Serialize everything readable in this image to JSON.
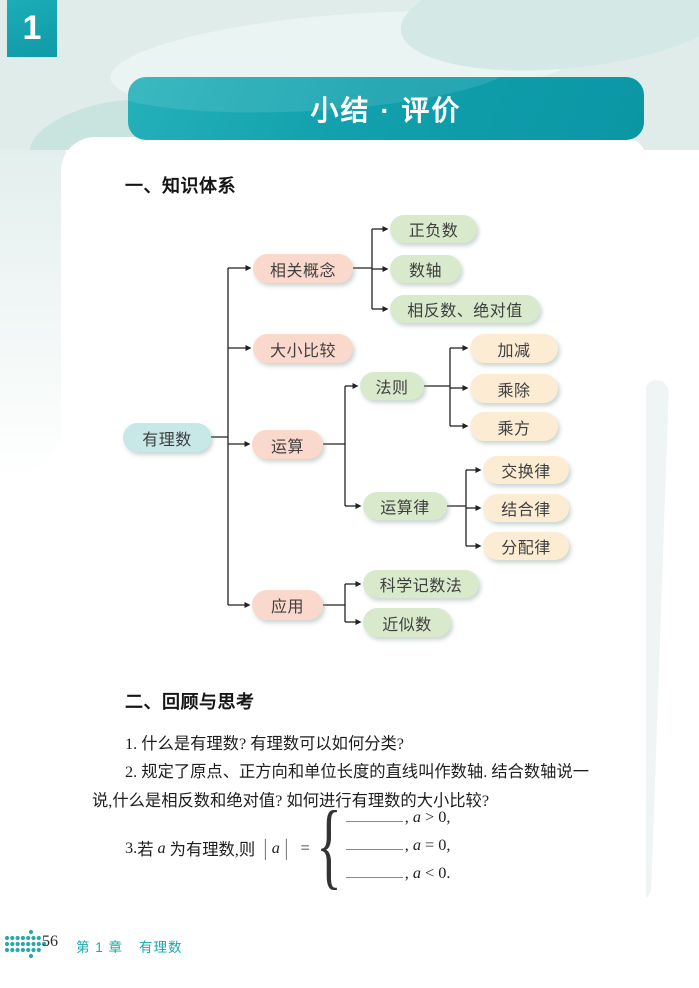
{
  "chapter_tab": {
    "number": "1"
  },
  "banner": {
    "title": "小结 · 评价"
  },
  "section_knowledge": {
    "heading": "一、知识体系"
  },
  "diagram": {
    "root": "有理数",
    "branches": {
      "concepts": {
        "label": "相关概念",
        "children": {
          "pos_neg": "正负数",
          "axis": "数轴",
          "opp_abs": "相反数、绝对值"
        }
      },
      "compare": {
        "label": "大小比较"
      },
      "operations": {
        "label": "运算",
        "children": {
          "rules": {
            "label": "法则",
            "children": {
              "add_sub": "加减",
              "mul_div": "乘除",
              "power": "乘方"
            }
          },
          "laws": {
            "label": "运算律",
            "children": {
              "comm": "交换律",
              "assoc": "结合律",
              "dist": "分配律"
            }
          }
        }
      },
      "apply": {
        "label": "应用",
        "children": {
          "sci": "科学记数法",
          "approx": "近似数"
        }
      }
    }
  },
  "section_review": {
    "heading": "二、回顾与思考",
    "question1": "1. 什么是有理数? 有理数可以如何分类?",
    "question2": "2. 规定了原点、正方向和单位长度的直线叫作数轴. 结合数轴说一说,什么是相反数和绝对值? 如何进行有理数的大小比较?",
    "question3": {
      "number": "3.",
      "before_var": " 若",
      "var": "a",
      "after_var": "为有理数,则",
      "abs_open": "|",
      "abs_var": "a",
      "abs_close": "|",
      "equals": "=",
      "brace": "{",
      "cases": [
        {
          "comma": ",",
          "var": "a",
          "relation": "> 0,"
        },
        {
          "comma": ",",
          "var": "a",
          "relation": "= 0,"
        },
        {
          "comma": ",",
          "var": "a",
          "relation": "< 0."
        }
      ]
    }
  },
  "footer": {
    "page_number": "56",
    "chapter_label": "第 1 章",
    "chapter_name": "有理数"
  },
  "colors": {
    "banner_teal": "#11a0ac",
    "node_pink": "#fad9cc",
    "node_green": "#d9e9cc",
    "node_cream": "#fcecd3",
    "node_cyan": "#c7e8e6",
    "footer_teal": "#1ba7ad"
  }
}
